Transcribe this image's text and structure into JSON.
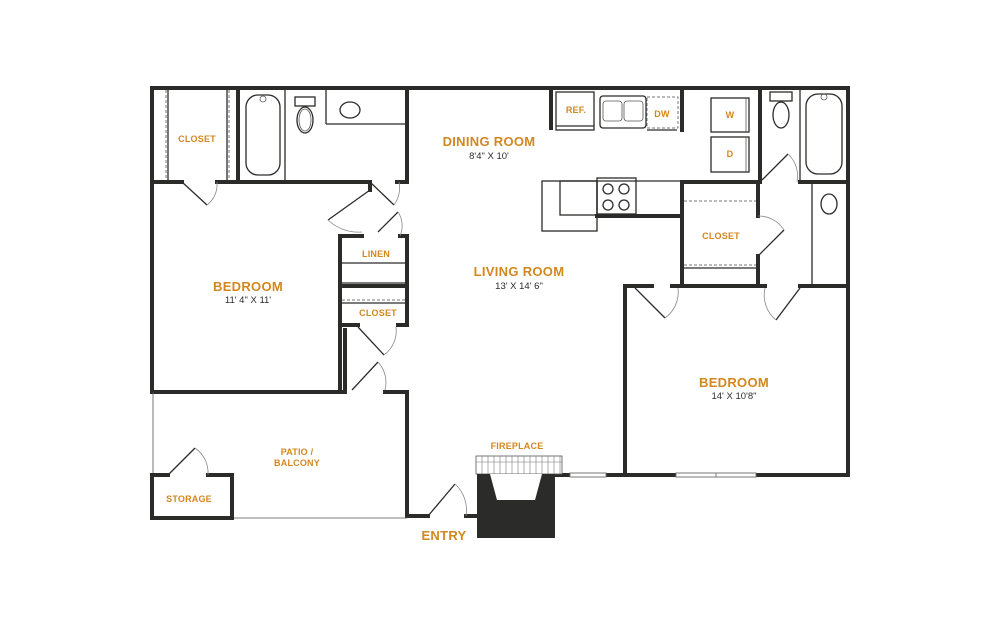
{
  "plan": {
    "colors": {
      "label": "#d3871f",
      "wall": "#2b2c2a",
      "text": "#2b2c2a"
    },
    "rooms": {
      "closet_nw": {
        "label": "CLOSET"
      },
      "dining": {
        "label": "DINING ROOM",
        "dims": "8'4\" X 10'"
      },
      "living": {
        "label": "LIVING ROOM",
        "dims": "13' X 14' 6\""
      },
      "bedroom_w": {
        "label": "BEDROOM",
        "dims": "11' 4\" X 11'"
      },
      "bedroom_e": {
        "label": "BEDROOM",
        "dims": "14' X 10'8\""
      },
      "linen": {
        "label": "LINEN"
      },
      "closet_hall": {
        "label": "CLOSET"
      },
      "closet_e": {
        "label": "CLOSET"
      },
      "patio": {
        "label_line1": "PATIO /",
        "label_line2": "BALCONY"
      },
      "storage": {
        "label": "STORAGE"
      },
      "fireplace": {
        "label": "FIREPLACE"
      },
      "entry": {
        "label": "ENTRY"
      }
    },
    "appliances": {
      "refrigerator": "REF.",
      "dishwasher": "DW",
      "washer": "W",
      "dryer": "D"
    }
  }
}
